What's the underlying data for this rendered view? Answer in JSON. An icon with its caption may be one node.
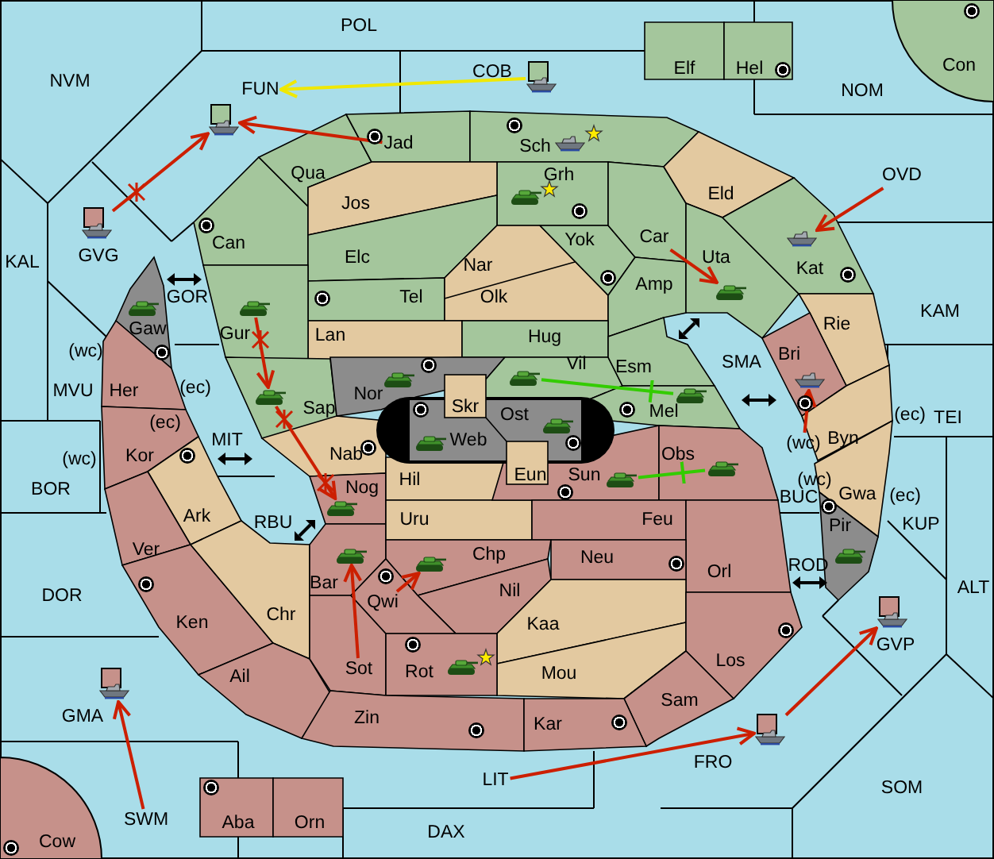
{
  "diagram": {
    "nodes": [
      {
        "text": [
          "Jad"
        ]
      },
      {
        "text": [
          "Car"
        ]
      },
      {
        "text": [
          "OVD"
        ]
      },
      {
        "text": [
          "Sot"
        ]
      },
      {
        "text": [
          "Qwi"
        ]
      },
      {
        "text": [
          "LIT"
        ]
      },
      {
        "text": [
          "SWM"
        ]
      },
      {
        "text": [],
        "shape": "picture"
      },
      {
        "text": [],
        "shape": "picture"
      },
      {
        "text": [],
        "shape": "picture"
      },
      {
        "text": [],
        "shape": "picture"
      },
      {
        "text": [],
        "shape": "picture"
      },
      {
        "text": [],
        "shape": "picture"
      },
      {
        "text": [],
        "shape": "picture"
      },
      {
        "text": [],
        "shape": "picture"
      },
      {
        "text": [],
        "shape": "picture"
      },
      {
        "text": [],
        "shape": "picture"
      },
      {
        "text": [],
        "shape": "picture"
      },
      {
        "text": [],
        "shape": "picture"
      },
      {
        "text": [],
        "shape": "picture"
      },
      {
        "text": [],
        "shape": "picture"
      },
      {
        "text": [],
        "shape": "picture"
      },
      {
        "text": [],
        "shape": "picture"
      },
      {
        "text": [],
        "shape": "picture"
      },
      {
        "text": [],
        "shape": "picture"
      },
      {
        "text": [],
        "shape": "picture"
      },
      {
        "text": [],
        "shape": "picture"
      },
      {
        "text": [],
        "shape": "picture"
      },
      {
        "text": [],
        "shape": "picture"
      },
      {
        "text": [],
        "shape": "picture"
      },
      {
        "text": [],
        "shape": "picture"
      },
      {
        "text": [],
        "shape": "picture"
      },
      {
        "text": [],
        "shape": "picture"
      },
      {
        "text": [
          "(wc)"
        ]
      },
      {
        "text": [
          "FUN"
        ]
      }
    ],
    "edges": [
      {
        "from": 10,
        "to": 7,
        "arrow": "to"
      },
      {
        "from": 0,
        "to": 7,
        "arrow": "to"
      },
      {
        "from": 8,
        "to": 34,
        "arrow": "to",
        "color": "#f0e800"
      },
      {
        "from": 1,
        "to": 13,
        "arrow": "to"
      },
      {
        "from": 2,
        "to": 12,
        "arrow": "to"
      },
      {
        "from": 15,
        "to": 20,
        "arrow": "to"
      },
      {
        "from": 20,
        "to": 25,
        "arrow": "to"
      },
      {
        "from": 3,
        "to": 26,
        "arrow": "to"
      },
      {
        "from": 4,
        "to": 27,
        "arrow": "to"
      },
      {
        "from": 16,
        "to": 19,
        "arrow": "other",
        "color": "#33cc00"
      },
      {
        "from": 23,
        "to": 24,
        "arrow": "other",
        "color": "#33cc00"
      },
      {
        "from": 33,
        "to": 18,
        "arrow": "to"
      },
      {
        "from": 32,
        "to": 29,
        "arrow": "to"
      },
      {
        "from": 5,
        "to": 32,
        "arrow": "to"
      },
      {
        "from": 6,
        "to": 31,
        "arrow": "to"
      }
    ],
    "labels": [
      "POL",
      "Elf",
      "Hel",
      "Con",
      "COB",
      "NVM",
      "NOM",
      "Sch",
      "Qua",
      "Grh",
      "Eld",
      "Jos",
      "Yok",
      "Can",
      "Elc",
      "Uta",
      "GVG",
      "KAL",
      "Nar",
      "Kat",
      "Amp",
      "GOR",
      "Tel",
      "Olk",
      "KAM",
      "Rie",
      "Gaw",
      "Gur",
      "Lan",
      "Hug",
      "(wc)",
      "Bri",
      "SMA",
      "Esm",
      "Vil",
      "Her",
      "(ec)",
      "MVU",
      "Nor",
      "Skr",
      "Sap",
      "Mel",
      "Ost",
      "TEI",
      "(ec)",
      "(ec)",
      "Byn",
      "Web",
      "MIT",
      "Obs",
      "Kor",
      "Nab",
      "(wc)",
      "Eun",
      "Sun",
      "(wc)",
      "Hil",
      "Nog",
      "BOR",
      "Gwa",
      "BUC",
      "(ec)",
      "Ark",
      "Uru",
      "Feu",
      "RBU",
      "KUP",
      "Pir",
      "Ver",
      "Chp",
      "Neu",
      "ROD",
      "Orl",
      "Bar",
      "ALT",
      "Nil",
      "DOR",
      "Ken",
      "Chr",
      "Kaa",
      "GVP",
      "Los",
      "Mou",
      "Sam",
      "Rot",
      "Ail",
      "GMA",
      "Kar",
      "Zin",
      "FRO",
      "SOM",
      "Aba",
      "Orn",
      "DAX",
      "Cow"
    ]
  }
}
